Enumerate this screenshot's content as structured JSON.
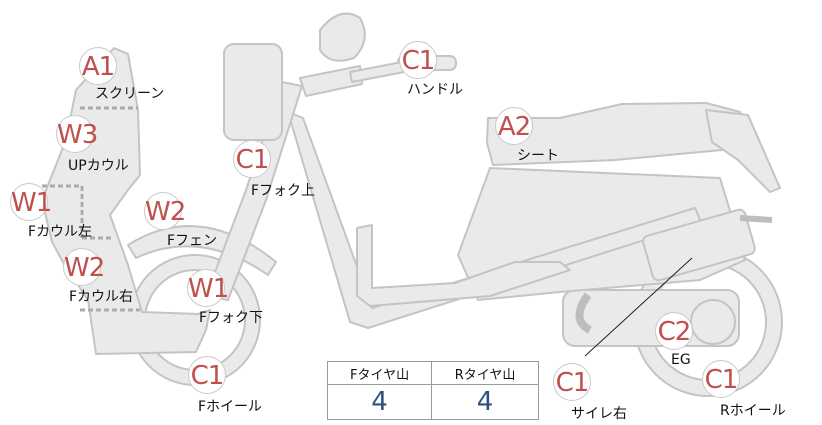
{
  "parts": [
    {
      "id": "screen",
      "badge": "A1",
      "label": "スクリーン"
    },
    {
      "id": "up-cowl",
      "badge": "W3",
      "label": "UPカウル"
    },
    {
      "id": "f-cowl-left",
      "badge": "W1",
      "label": "Fカウル左"
    },
    {
      "id": "f-cowl-right",
      "badge": "W2",
      "label": "Fカウル右"
    },
    {
      "id": "f-fender",
      "badge": "W2",
      "label": "Fフェン"
    },
    {
      "id": "f-fork-lower",
      "badge": "W1",
      "label": "Fフォク下"
    },
    {
      "id": "f-fork-upper",
      "badge": "C1",
      "label": "Fフォク上"
    },
    {
      "id": "handle",
      "badge": "C1",
      "label": "ハンドル"
    },
    {
      "id": "seat",
      "badge": "A2",
      "label": "シート"
    },
    {
      "id": "engine",
      "badge": "C2",
      "label": "EG"
    },
    {
      "id": "muffler-right",
      "badge": "C1",
      "label": "サイレ右"
    },
    {
      "id": "r-wheel",
      "badge": "C1",
      "label": "Rホイール"
    },
    {
      "id": "f-wheel",
      "badge": "C1",
      "label": "Fホイール"
    }
  ],
  "tire_table": {
    "front_header": "Fタイヤ山",
    "rear_header": "Rタイヤ山",
    "front_value": "4",
    "rear_value": "4"
  },
  "colors": {
    "badge_text": "#c0504d",
    "table_value": "#2e4f83",
    "body_fill": "#eaeaea",
    "outline": "#c4c4c4",
    "dotted": "#aaaaaa"
  }
}
